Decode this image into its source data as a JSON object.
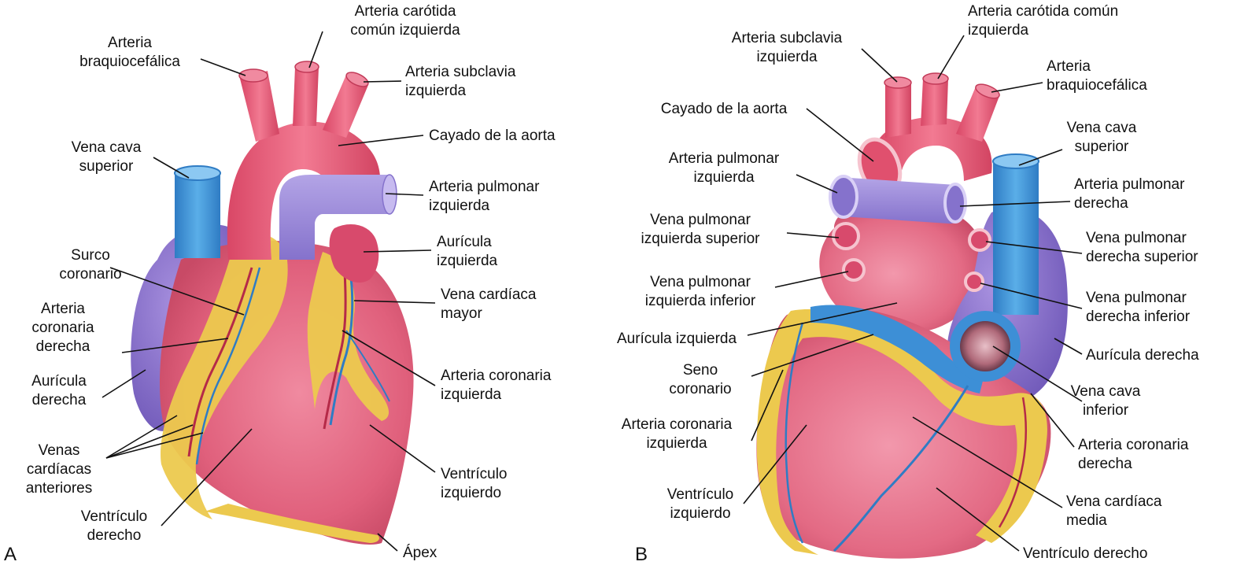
{
  "panels": [
    {
      "id": "A",
      "panel_label": "A",
      "labels": [
        {
          "key": "braquio",
          "lines": [
            "Arteria",
            "braquiocefálica"
          ]
        },
        {
          "key": "carotida",
          "lines": [
            "Arteria carótida",
            "común izquierda"
          ]
        },
        {
          "key": "subclavia",
          "lines": [
            "Arteria subclavia",
            "izquierda"
          ]
        },
        {
          "key": "cayado",
          "lines": [
            "Cayado de la aorta"
          ]
        },
        {
          "key": "vcs",
          "lines": [
            "Vena cava",
            "superior"
          ]
        },
        {
          "key": "pulmonar",
          "lines": [
            "Arteria pulmonar",
            "izquierda"
          ]
        },
        {
          "key": "auricula_izq",
          "lines": [
            "Aurícula",
            "izquierda"
          ]
        },
        {
          "key": "surco",
          "lines": [
            "Surco",
            "coronario"
          ]
        },
        {
          "key": "vena_mayor",
          "lines": [
            "Vena cardíaca",
            "mayor"
          ]
        },
        {
          "key": "coronaria_der",
          "lines": [
            "Arteria",
            "coronaria",
            "derecha"
          ]
        },
        {
          "key": "coronaria_izq",
          "lines": [
            "Arteria coronaria",
            "izquierda"
          ]
        },
        {
          "key": "auricula_der",
          "lines": [
            "Aurícula",
            "derecha"
          ]
        },
        {
          "key": "venas_ant",
          "lines": [
            "Venas",
            "cardíacas",
            "anteriores"
          ]
        },
        {
          "key": "ventr_izq",
          "lines": [
            "Ventrículo",
            "izquierdo"
          ]
        },
        {
          "key": "ventr_der",
          "lines": [
            "Ventrículo",
            "derecho"
          ]
        },
        {
          "key": "apex",
          "lines": [
            "Ápex"
          ]
        }
      ]
    },
    {
      "id": "B",
      "panel_label": "B",
      "labels": [
        {
          "key": "subclavia",
          "lines": [
            "Arteria subclavia",
            "izquierda"
          ]
        },
        {
          "key": "carotida",
          "lines": [
            "Arteria carótida común",
            "izquierda"
          ]
        },
        {
          "key": "braquio",
          "lines": [
            "Arteria",
            "braquiocefálica"
          ]
        },
        {
          "key": "cayado",
          "lines": [
            "Cayado de la aorta"
          ]
        },
        {
          "key": "vcs",
          "lines": [
            "Vena cava",
            "superior"
          ]
        },
        {
          "key": "pulm_izq",
          "lines": [
            "Arteria pulmonar",
            "izquierda"
          ]
        },
        {
          "key": "pulm_der",
          "lines": [
            "Arteria pulmonar",
            "derecha"
          ]
        },
        {
          "key": "vp_izq_sup",
          "lines": [
            "Vena pulmonar",
            "izquierda superior"
          ]
        },
        {
          "key": "vp_der_sup",
          "lines": [
            "Vena pulmonar",
            "derecha superior"
          ]
        },
        {
          "key": "vp_izq_inf",
          "lines": [
            "Vena pulmonar",
            "izquierda inferior"
          ]
        },
        {
          "key": "vp_der_inf",
          "lines": [
            "Vena pulmonar",
            "derecha inferior"
          ]
        },
        {
          "key": "auricula_izq",
          "lines": [
            "Aurícula izquierda"
          ]
        },
        {
          "key": "auricula_der",
          "lines": [
            "Aurícula derecha"
          ]
        },
        {
          "key": "seno",
          "lines": [
            "Seno",
            "coronario"
          ]
        },
        {
          "key": "vci",
          "lines": [
            "Vena cava",
            "inferior"
          ]
        },
        {
          "key": "coronaria_izq",
          "lines": [
            "Arteria coronaria",
            "izquierda"
          ]
        },
        {
          "key": "coronaria_der",
          "lines": [
            "Arteria coronaria",
            "derecha"
          ]
        },
        {
          "key": "ventr_izq",
          "lines": [
            "Ventrículo",
            "izquierdo"
          ]
        },
        {
          "key": "vena_media",
          "lines": [
            "Vena cardíaca",
            "media"
          ]
        },
        {
          "key": "ventr_der",
          "lines": [
            "Ventrículo derecho"
          ]
        }
      ]
    }
  ],
  "colors": {
    "artery": "#e0506e",
    "artery_dark": "#c23a58",
    "pulmonary": "#9d8ad9",
    "vein": "#3d8fd6",
    "atrium": "#8a70cc",
    "fat": "#ecc94e",
    "muscle": "#e36f86"
  }
}
